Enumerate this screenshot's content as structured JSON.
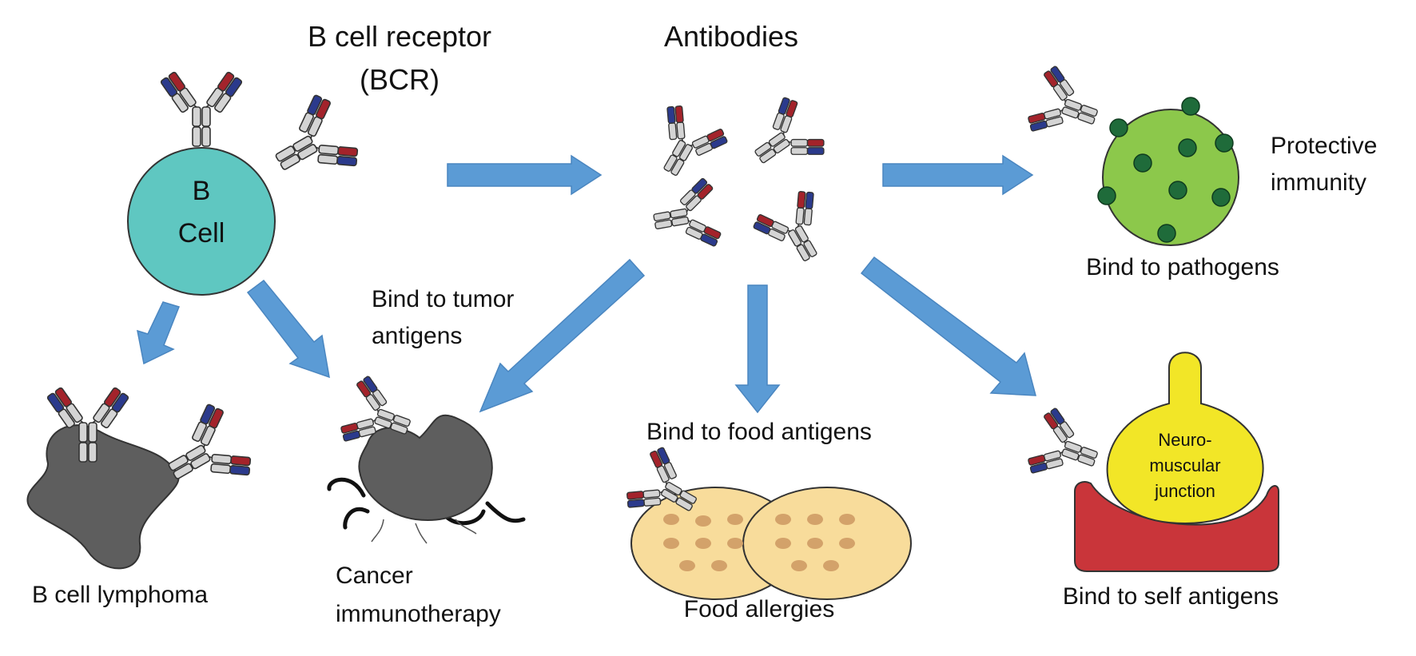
{
  "labels": {
    "bcr_line1": "B cell receptor",
    "bcr_line2": "(BCR)",
    "antibodies": "Antibodies",
    "bcell_line1": "B",
    "bcell_line2": "Cell",
    "protective_line1": "Protective",
    "protective_line2": "immunity",
    "bind_pathogens": "Bind to pathogens",
    "tumor_line1": "Bind to tumor",
    "tumor_line2": "antigens",
    "bind_food": "Bind to food antigens",
    "lymphoma": "B cell lymphoma",
    "cancer_line1": "Cancer",
    "cancer_line2": "immunotherapy",
    "food_allergies": "Food allergies",
    "bind_self": "Bind to self antigens",
    "nmj_line1": "Neuro-",
    "nmj_line2": "muscular",
    "nmj_line3": "junction"
  },
  "colors": {
    "arrow": "#5b9bd5",
    "arrow_stroke": "#4a86c0",
    "b_cell": "#5fc7c1",
    "pathogen": "#8cc84b",
    "pathogen_dots": "#1f6b3a",
    "tumor": "#5e5e5e",
    "food": "#f8dc9b",
    "food_dots": "#d3a26a",
    "nmj_yellow": "#f2e627",
    "muscle_red": "#c9353a",
    "antibody_gray": "#d4d4d4",
    "antibody_red": "#a3232b",
    "antibody_blue": "#2b3a8c"
  }
}
